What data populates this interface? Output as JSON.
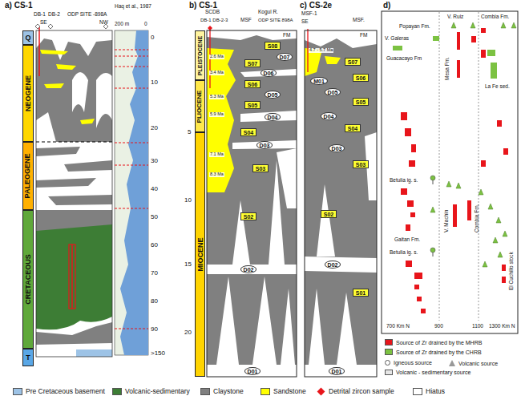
{
  "diagram": {
    "nodes": [
      {
        "text": [
          "Q"
        ]
      },
      {
        "text": [
          "NEOGENE"
        ]
      },
      {
        "text": [
          "PALEOGENE"
        ]
      },
      {
        "text": [
          "CRETACEOUS"
        ]
      },
      {
        "text": [
          "T"
        ]
      },
      {
        "text": [
          "PLEISTOCENE"
        ]
      },
      {
        "text": [
          "PLIOCENE"
        ]
      },
      {
        "text": [
          "MIOCENE"
        ]
      },
      {
        "text": [
          "S08"
        ]
      },
      {
        "text": [
          "D07"
        ]
      },
      {
        "text": [
          "S07"
        ]
      },
      {
        "text": [
          "D06"
        ]
      },
      {
        "text": [
          "S06"
        ]
      },
      {
        "text": [
          "D05"
        ]
      },
      {
        "text": [
          "S05"
        ]
      },
      {
        "text": [
          "D04"
        ]
      },
      {
        "text": [
          "S04"
        ]
      },
      {
        "text": [
          "D03"
        ]
      },
      {
        "text": [
          "S03"
        ]
      },
      {
        "text": [
          "S02"
        ]
      },
      {
        "text": [
          "D02"
        ]
      },
      {
        "text": [
          "D01"
        ]
      },
      {
        "text": [
          "S07"
        ]
      },
      {
        "text": [
          "M01"
        ]
      },
      {
        "text": [
          "S06"
        ]
      },
      {
        "text": [
          "D05"
        ]
      },
      {
        "text": [
          "S05"
        ]
      },
      {
        "text": [
          "D04"
        ]
      },
      {
        "text": [
          "S04"
        ]
      },
      {
        "text": [
          "D03"
        ]
      },
      {
        "text": [
          "S03"
        ]
      },
      {
        "text": [
          "S02"
        ]
      },
      {
        "text": [
          "D02"
        ]
      },
      {
        "text": [
          "S01"
        ]
      },
      {
        "text": [
          "D01"
        ]
      }
    ],
    "labels": [
      "a) CS-1",
      "DB-1",
      "DB-2",
      "SE",
      "NW",
      "ODP SITE -898A",
      "Haq et al., 1987",
      "200 m",
      "0",
      "0",
      "10",
      "20",
      "30",
      "40",
      "50",
      "60",
      "70",
      "80",
      "90",
      ">150",
      "b) CS-1",
      "SCDB",
      "DB-1 DB-2-3",
      "MSF",
      "Kogul R.",
      "ODP SITE 898A",
      "FM",
      "5",
      "10",
      "15",
      "20",
      "2.6 Ma",
      "3.4 Ma",
      "5.3 Ma",
      "5.9 Ma",
      "7.1 Ma",
      "8.3 Ma",
      "c) CS-2e",
      "MSF-1",
      "MSF.",
      "SE",
      "FM",
      "4.7 - 5.7 Ma",
      "d)",
      "V. Ruiz",
      "Combia Fm.",
      "Popayan Fm.",
      "V. Galeras",
      "Guacacayo Fm",
      "Mesa Fm.",
      "La Fe sed.",
      "V. Machin",
      "Combia Fm.",
      "Betulia ig. s.",
      "Gaitan Fm.",
      "Betulia ig. s.",
      "El Cuchillo stock",
      "700 Km N",
      "900",
      "1100",
      "1300 Km N"
    ],
    "legend": [
      {
        "text": "Source of Zr drained by the MHRB",
        "color": "#e8151b"
      },
      {
        "text": "Source of Zr drained by the CHRB",
        "color": "#7cc242"
      },
      {
        "text": "Igneous source"
      },
      {
        "text": "Volcanic source"
      },
      {
        "text": "Volcanic - sedimentary source"
      },
      {
        "text": "Pre Cretaceous basement",
        "color": "#9dc3e6"
      },
      {
        "text": "Volcanic-sedimentary",
        "color": "#3d7d35"
      },
      {
        "text": "Claystone",
        "color": "#808080"
      },
      {
        "text": "Sandstone",
        "color": "#ffff00"
      },
      {
        "text": "Detrital zircon sample"
      },
      {
        "text": "Hiatus",
        "color": "#ffffff"
      }
    ]
  }
}
